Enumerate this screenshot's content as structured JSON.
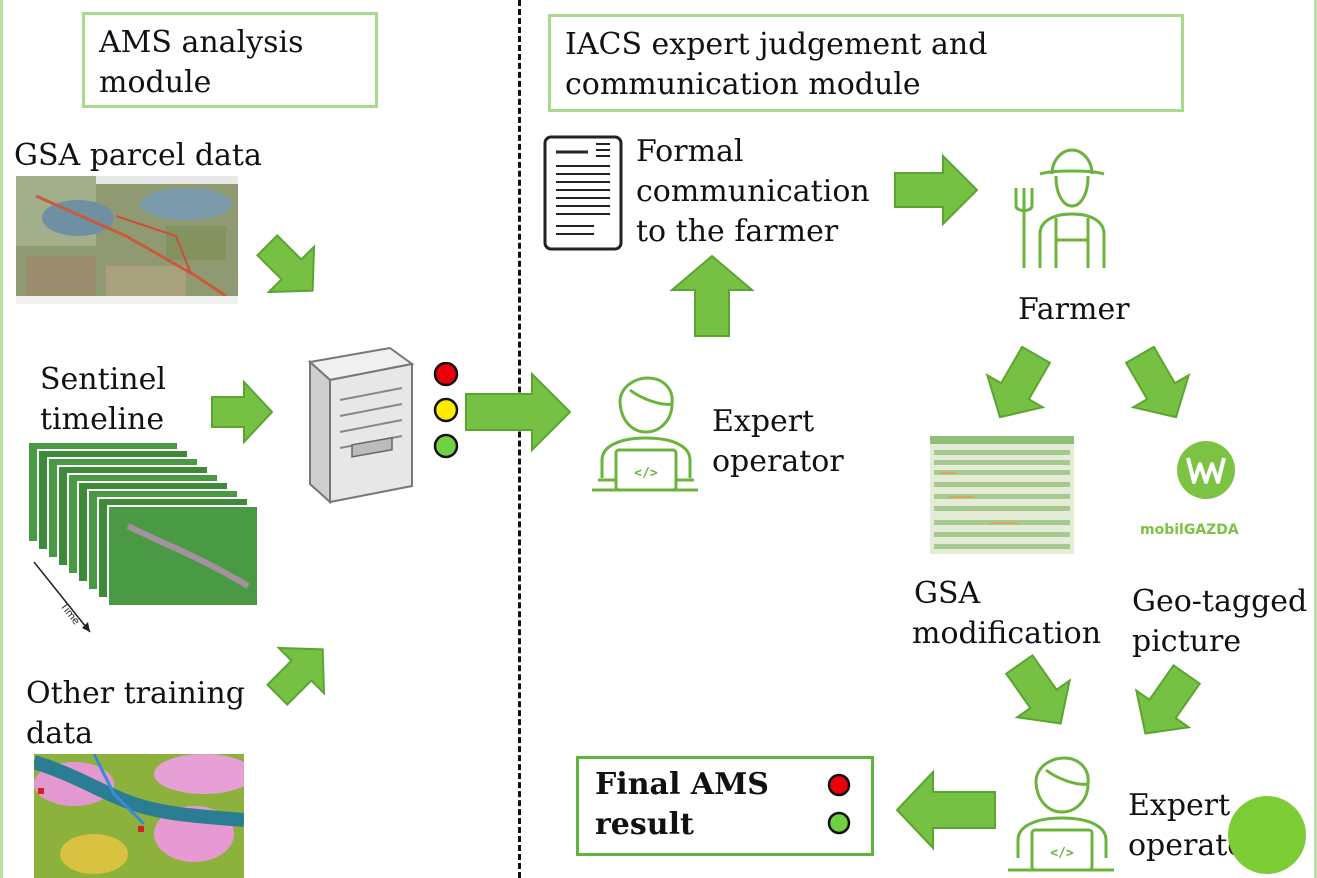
{
  "modules": {
    "ams": "AMS analysis module",
    "iacs": "IACS expert judgement and communication module"
  },
  "left": {
    "gsa_parcel": "GSA parcel data",
    "sentinel": [
      "Sentinel",
      "timeline"
    ],
    "time_axis": "Time",
    "other_training": [
      "Other training",
      "data"
    ]
  },
  "right": {
    "formal_comm": [
      "Formal",
      "communication",
      "to the farmer"
    ],
    "farmer": "Farmer",
    "expert1": [
      "Expert",
      "operator"
    ],
    "gsa_mod": [
      "GSA",
      "modification"
    ],
    "geo": [
      "Geo-tagged",
      "picture"
    ],
    "expert2": [
      "Expert",
      "operator"
    ],
    "final": [
      "Final AMS",
      "result"
    ],
    "mobil_brand": "mobilGAZDA"
  },
  "colors": {
    "arrow": "#76c043",
    "arrow_edge": "#5aa52f",
    "box_border": "#a9d98c",
    "icon_green": "#6bb33c",
    "light_red": "#e8000b",
    "light_yellow": "#ffeb00",
    "light_green": "#6fd13f"
  }
}
